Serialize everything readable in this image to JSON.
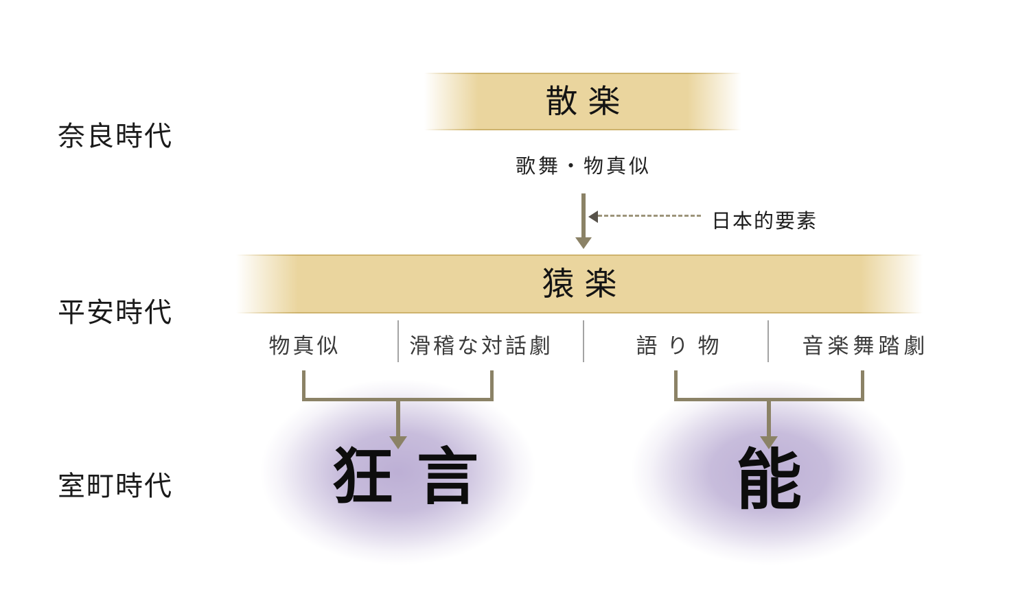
{
  "eras": [
    {
      "label": "奈良時代"
    },
    {
      "label": "平安時代"
    },
    {
      "label": "室町時代"
    }
  ],
  "sangaku": {
    "title": "散楽",
    "subtitle": "歌舞・物真似"
  },
  "influence": {
    "label": "日本的要素"
  },
  "sarugaku": {
    "title": "猿楽",
    "elements": [
      {
        "label": "物真似"
      },
      {
        "label": "滑稽な対話劇"
      },
      {
        "label": "語り物"
      },
      {
        "label": "音楽舞踏劇"
      }
    ]
  },
  "results": {
    "kyogen": "狂言",
    "noh": "能"
  },
  "colors": {
    "text": "#1a1a1a",
    "banner_gold": "#ead59e",
    "banner_edge": "#c9ad64",
    "arrow": "#8b8266",
    "dashed": "#9d947a",
    "dash_head": "#57524a",
    "separator": "#a3a3a3",
    "glow_purple": "#866eb2"
  }
}
